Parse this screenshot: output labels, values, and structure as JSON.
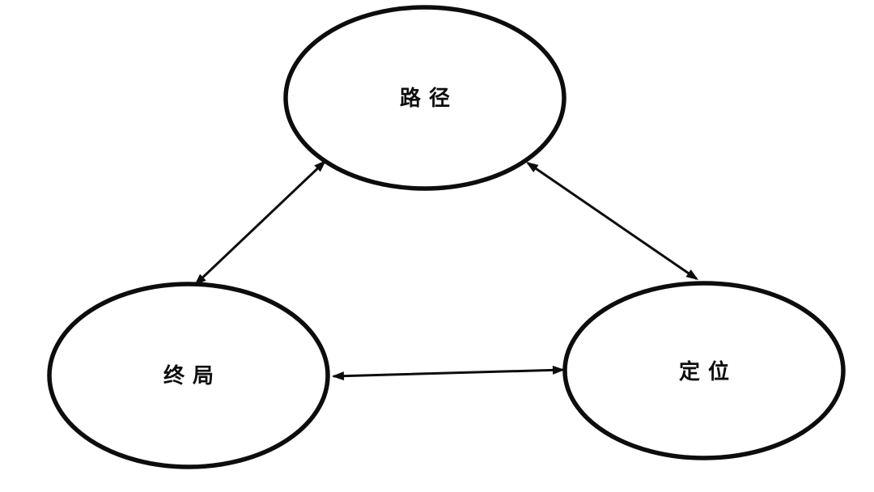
{
  "diagram": {
    "type": "concept-triangle",
    "background_color": "#ffffff",
    "stroke_color": "#0d0d0d",
    "text_color": "#0d0d0d",
    "nodes": [
      {
        "id": "lujing",
        "label": "路径",
        "position": "top"
      },
      {
        "id": "zhongju",
        "label": "终局",
        "position": "bottom-left"
      },
      {
        "id": "dingwei",
        "label": "定位",
        "position": "bottom-right"
      }
    ],
    "edges": [
      {
        "from": "zhongju",
        "to": "lujing",
        "style": "double-arrow"
      },
      {
        "from": "lujing",
        "to": "dingwei",
        "style": "double-arrow"
      },
      {
        "from": "zhongju",
        "to": "dingwei",
        "style": "double-arrow"
      }
    ]
  }
}
